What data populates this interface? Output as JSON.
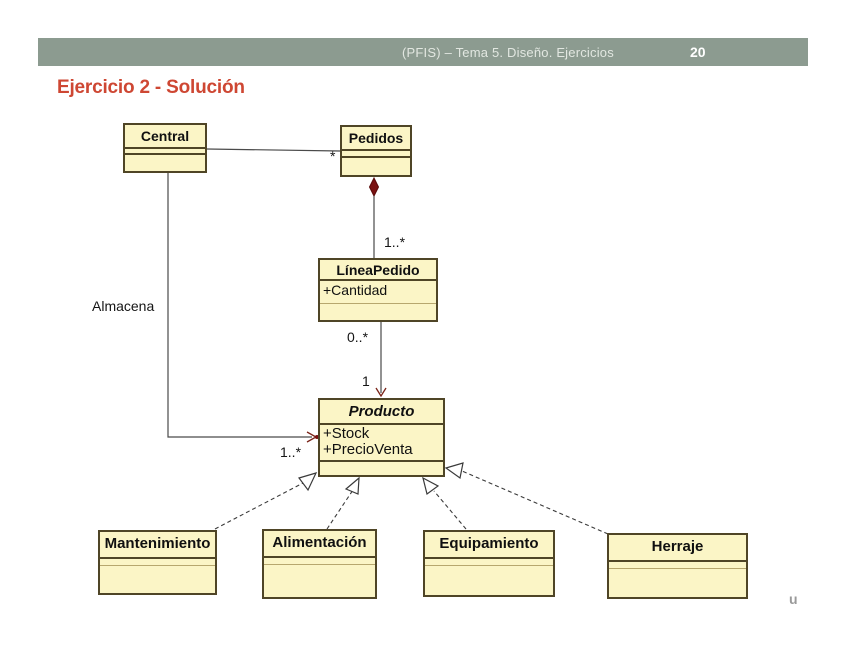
{
  "header": {
    "title": "(PFIS) – Tema 5. Diseño. Ejercicios",
    "page_number": "20"
  },
  "slide": {
    "title": "Ejercicio 2 - Solución"
  },
  "diagram": {
    "classes": [
      {
        "name": "Central",
        "attributes": []
      },
      {
        "name": "Pedidos",
        "attributes": []
      },
      {
        "name": "LíneaPedido",
        "attributes": [
          "+Cantidad"
        ]
      },
      {
        "name": "Producto",
        "attributes": [
          "+Stock",
          "+PrecioVenta"
        ],
        "abstract": true
      },
      {
        "name": "Mantenimiento",
        "attributes": []
      },
      {
        "name": "Alimentación",
        "attributes": []
      },
      {
        "name": "Equipamiento",
        "attributes": []
      },
      {
        "name": "Herraje",
        "attributes": []
      }
    ],
    "labels": {
      "central_pedidos_mult": "*",
      "pedidos_lineapedido_mult": "1..*",
      "lineapedido_mult": "0..*",
      "producto_mult": "1",
      "almacena_name": "Almacena",
      "almacena_mult": "1..*"
    }
  },
  "footer": {
    "logo_glyph": "u"
  },
  "colors": {
    "header_bar": "#8c9b90",
    "title_red": "#ce4733",
    "box_fill": "#fbf5c6",
    "box_border": "#4f4526",
    "composition_diamond": "#7a1212"
  }
}
